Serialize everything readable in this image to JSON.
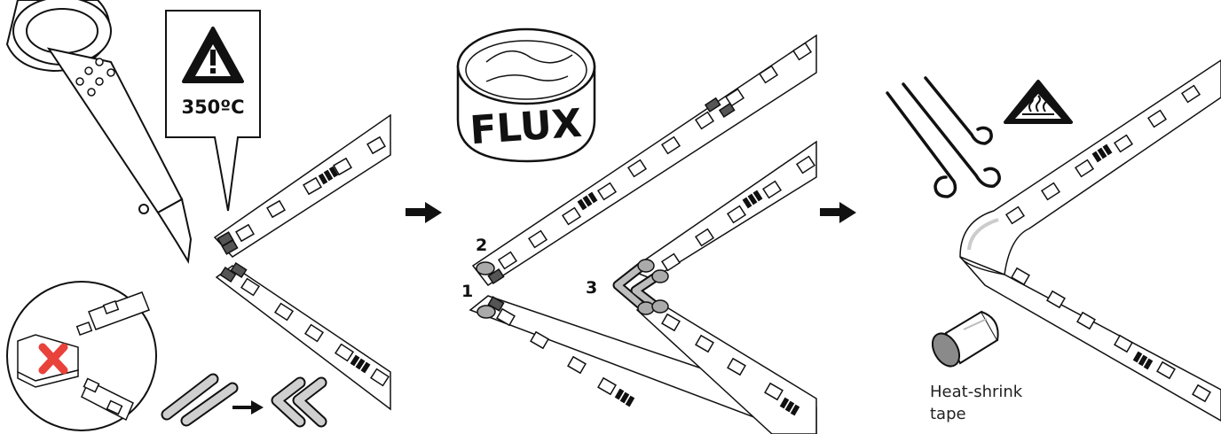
{
  "panel1": {
    "temperature": "350ºC",
    "icons": [
      "soldering-iron-icon",
      "warning-triangle-icon",
      "no-connector-icon",
      "bend-wire-icon"
    ]
  },
  "panel2": {
    "flux_label": "FLUX",
    "steps": [
      "1",
      "2",
      "3"
    ]
  },
  "panel3": {
    "tape_label": "Heat-shrink tape",
    "icons": [
      "hot-air-icon",
      "hot-surface-warning-icon",
      "heat-shrink-tape-icon"
    ]
  },
  "colors": {
    "stroke": "#111111",
    "pad_dark": "#555555",
    "solder": "#a9a9a9",
    "background": "#ffffff"
  }
}
